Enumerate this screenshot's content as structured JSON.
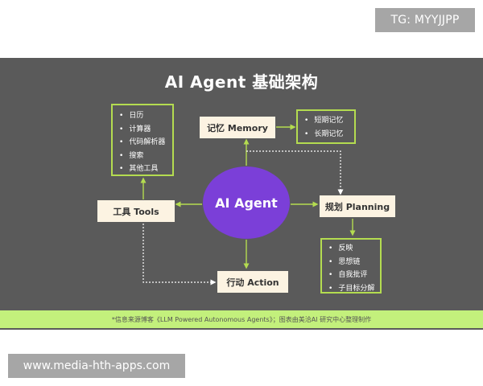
{
  "watermark_top": "TG: MYYJJPP",
  "watermark_bottom": "www.media-hth-apps.com",
  "title": "AI Agent 基础架构",
  "center_node": "AI Agent",
  "nodes": {
    "memory": "记忆 Memory",
    "tools": "工具 Tools",
    "planning": "规划 Planning",
    "action": "行动 Action"
  },
  "lists": {
    "tools": [
      "日历",
      "计算器",
      "代码解析器",
      "搜索",
      "其他工具"
    ],
    "memory": [
      "短期记忆",
      "长期记忆"
    ],
    "planning": [
      "反映",
      "思想链",
      "自我批评",
      "子目标分解"
    ]
  },
  "footer": "*信息来源博客《LLM Powered Autonomous Agents》；图表由美洽AI 研究中心整理制作",
  "colors": {
    "panel_background": "#5a5a5a",
    "node_fill": "#fcf3e2",
    "list_border": "#b4dc50",
    "arrow": "#b4dc50",
    "agent_fill": "#7b3fd8",
    "footer_band": "#c3f07c",
    "badge": "#a6a6a6"
  }
}
